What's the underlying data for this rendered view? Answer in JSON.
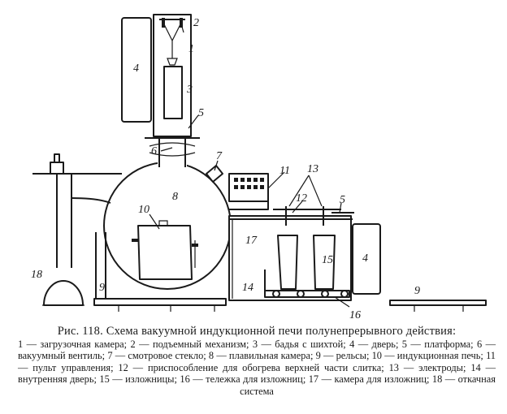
{
  "figure": {
    "labels": {
      "n1": "1",
      "n2": "2",
      "n3": "3",
      "n4a": "4",
      "n4b": "4",
      "n5a": "5",
      "n5b": "5",
      "n6": "6",
      "n7": "7",
      "n8": "8",
      "n9a": "9",
      "n9b": "9",
      "n10": "10",
      "n11": "11",
      "n12": "12",
      "n13": "13",
      "n14": "14",
      "n15": "15",
      "n16": "16",
      "n17": "17",
      "n18": "18"
    }
  },
  "caption": {
    "title": "Рис. 118. Схема вакуумной индукционной печи полунепрерывного действия:",
    "body": "1 — загрузочная камера; 2 — подъемный механизм; 3 — бадья с шихтой; 4 — дверь; 5 — платформа; 6 — вакуумный вентиль; 7 — смотровое стекло; 8 — плавильная камера; 9 — рельсы; 10 — индукционная печь; 11 — пульт управления; 12 — приспособление для обогрева верхней части слитка; 13 — электроды; 14 — внутренняя дверь; 15 — изложницы; 16 — тележка для изложниц; 17 — камера для изложниц; 18 — откачная система"
  }
}
